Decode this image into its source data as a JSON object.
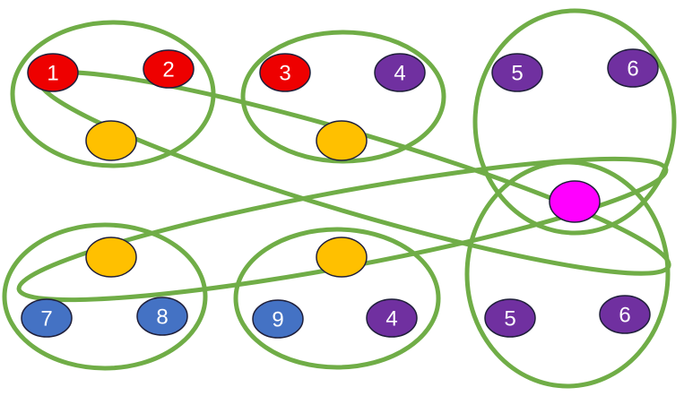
{
  "colors": {
    "red": "#ee0000",
    "purple": "#7030a0",
    "yellow": "#ffc000",
    "blue": "#4472c4",
    "magenta": "#ff00ff",
    "ring": "#70ad47"
  },
  "nodes": [
    {
      "label": "1",
      "color": "red"
    },
    {
      "label": "2",
      "color": "red"
    },
    {
      "label": "3",
      "color": "red"
    },
    {
      "label": "4",
      "color": "purple"
    },
    {
      "label": "5",
      "color": "purple"
    },
    {
      "label": "6",
      "color": "purple"
    },
    {
      "label": "7",
      "color": "blue"
    },
    {
      "label": "8",
      "color": "blue"
    },
    {
      "label": "9",
      "color": "blue"
    },
    {
      "label": "4",
      "color": "purple"
    },
    {
      "label": "5",
      "color": "purple"
    },
    {
      "label": "6",
      "color": "purple"
    },
    {
      "label": "",
      "color": "yellow"
    },
    {
      "label": "",
      "color": "yellow"
    },
    {
      "label": "",
      "color": "yellow"
    },
    {
      "label": "",
      "color": "yellow"
    },
    {
      "label": "",
      "color": "magenta"
    }
  ]
}
